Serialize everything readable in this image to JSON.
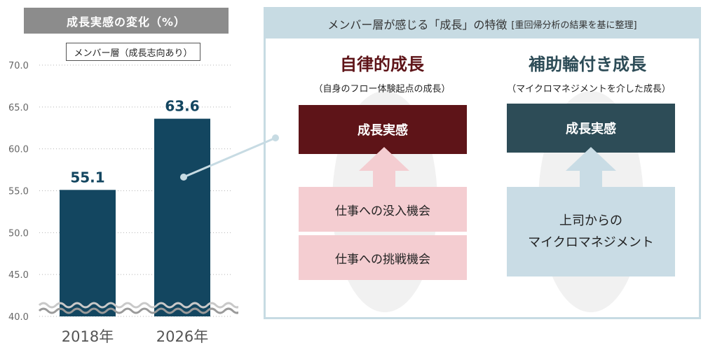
{
  "chart_data": {
    "type": "bar",
    "title": "成長実感の変化（%）",
    "series_label": "メンバー層（成長志向あり）",
    "categories": [
      "2018年",
      "2026年"
    ],
    "values": [
      55.1,
      63.6
    ],
    "value_labels": [
      "55.1",
      "63.6"
    ],
    "ylim": [
      40,
      70
    ],
    "y_ticks": [
      "70.0",
      "65.0",
      "60.0",
      "55.0",
      "50.0",
      "45.0",
      "40.0"
    ],
    "grid": true,
    "axis_break": true,
    "bar_color": "#134660"
  },
  "panel": {
    "title": "メンバー層が感じる「成長」の特徴",
    "title_note": "[重回帰分析の結果を基に整理]",
    "left_column": {
      "title": "自律的成長",
      "subtitle": "（自身のフロー体験起点の成長）",
      "top_box": "成長実感",
      "factors": [
        "仕事への没入機会",
        "仕事への挑戦機会"
      ],
      "title_color": "#5e1418",
      "box_color": "#5e1418",
      "factor_color": "#f4cdd1"
    },
    "right_column": {
      "title": "補助輪付き成長",
      "subtitle": "（マイクロマネジメントを介した成長）",
      "top_box": "成長実感",
      "factor_line1": "上司からの",
      "factor_line2": "マイクロマネジメント",
      "title_color": "#2d4c57",
      "box_color": "#2d4c57",
      "factor_color": "#c9dce5"
    }
  }
}
